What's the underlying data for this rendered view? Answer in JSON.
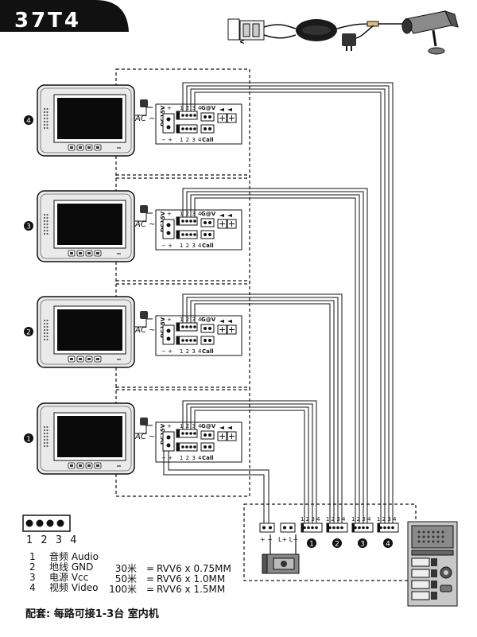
{
  "header": {
    "model": "37T4"
  },
  "top_connector": {
    "label": "G@V"
  },
  "monitors": [
    {
      "index_label": "4",
      "ac_label": "AC ~",
      "dc_label": "DC15V",
      "term_numbers": "1 2 3 4",
      "gnd_label": "G@V",
      "call_label": "Call",
      "pol_left": "− +",
      "pol_right": "+"
    },
    {
      "index_label": "3",
      "ac_label": "AC ~",
      "dc_label": "DC15V",
      "term_numbers": "1 2 3 4",
      "gnd_label": "G@V",
      "call_label": "Call",
      "pol_left": "− +",
      "pol_right": "+"
    },
    {
      "index_label": "2",
      "ac_label": "AC ~",
      "dc_label": "DC15V",
      "term_numbers": "1 2 3 4",
      "gnd_label": "G@V",
      "call_label": "Call",
      "pol_left": "− +",
      "pol_right": "+"
    },
    {
      "index_label": "1",
      "ac_label": "AC ~",
      "dc_label": "DC15V",
      "term_numbers": "1 2 3 4",
      "gnd_label": "G@V",
      "call_label": "Call",
      "pol_left": "− +",
      "pol_right": "+"
    }
  ],
  "outdoor_unit": {
    "groups": [
      {
        "numbers": "1 2 3 4",
        "index": "1"
      },
      {
        "numbers": "1 2 3 4",
        "index": "2"
      },
      {
        "numbers": "1 2 3 4",
        "index": "3"
      },
      {
        "numbers": "1 2 3 4",
        "index": "4"
      }
    ],
    "lock_terminals": {
      "left": "+  −",
      "right": "L+ L−"
    }
  },
  "legend": {
    "connector_numbers": "1 2 3 4",
    "items": [
      {
        "num": "1",
        "label": "音频 Audio"
      },
      {
        "num": "2",
        "label": "地线 GND"
      },
      {
        "num": "3",
        "label": "电源 Vcc"
      },
      {
        "num": "4",
        "label": "视频 Video"
      }
    ],
    "cables": [
      {
        "length": "30米",
        "eq": "=",
        "spec": "RVV6 x 0.75MM"
      },
      {
        "length": "50米",
        "eq": "=",
        "spec": "RVV6 x 1.0MM"
      },
      {
        "length": "100米",
        "eq": "=",
        "spec": "RVV6 x 1.5MM"
      }
    ],
    "footer": "配套: 每路可接1-3台 室内机"
  }
}
